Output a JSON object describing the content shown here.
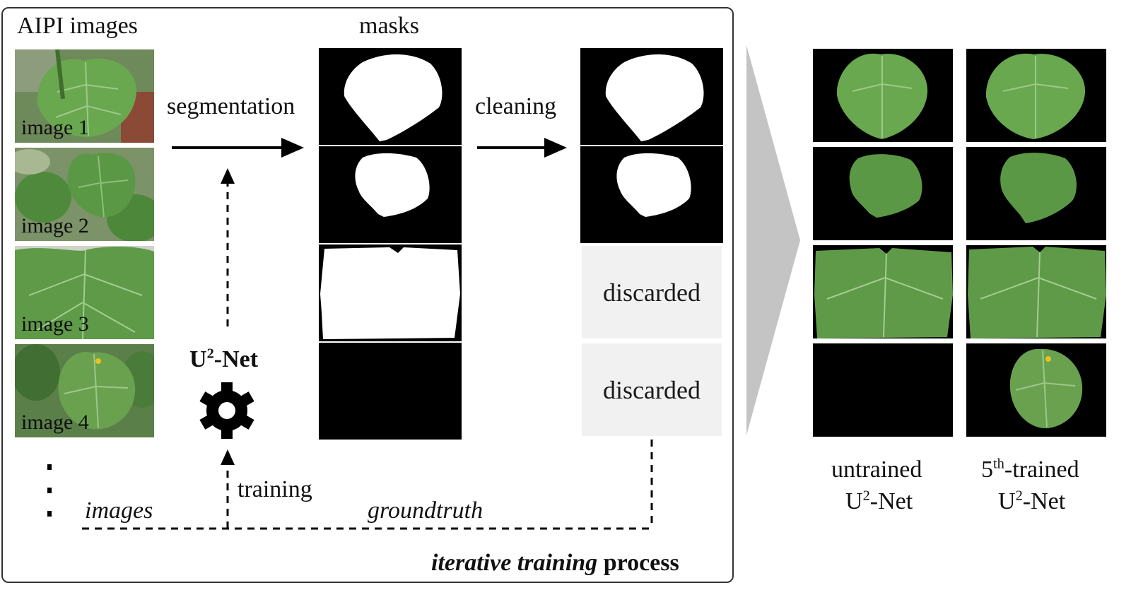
{
  "panel": {
    "title": "AIPI images",
    "masks_title": "masks",
    "segmentation_label": "segmentation",
    "cleaning_label": "cleaning",
    "model_name": "U",
    "model_sup": "2",
    "model_suffix": "-Net",
    "training_label": "training",
    "images_label": "images",
    "groundtruth_label": "groundtruth",
    "process_italic": "iterative training",
    "process_rest": " process"
  },
  "images": [
    {
      "label": "image 1"
    },
    {
      "label": "image 2"
    },
    {
      "label": "image 3"
    },
    {
      "label": "image 4"
    }
  ],
  "cleaned": [
    {
      "status": ""
    },
    {
      "status": ""
    },
    {
      "status": "discarded"
    },
    {
      "status": "discarded"
    }
  ],
  "results": {
    "col1_line1": "untrained",
    "col1_model": "U",
    "col1_sup": "2",
    "col1_suffix": "-Net",
    "col2_prefix": "5",
    "col2_sup": "th",
    "col2_suffix": "-trained",
    "col2_model": "U",
    "col2_msup": "2",
    "col2_msuffix": "-Net"
  },
  "colors": {
    "leaf": "#5d9a46",
    "leaf_dark": "#3f7a30",
    "mask_bg": "#000000",
    "mask_fg": "#ffffff",
    "discard_bg": "#f1f1f1",
    "chevron": "#c4c4c4"
  }
}
